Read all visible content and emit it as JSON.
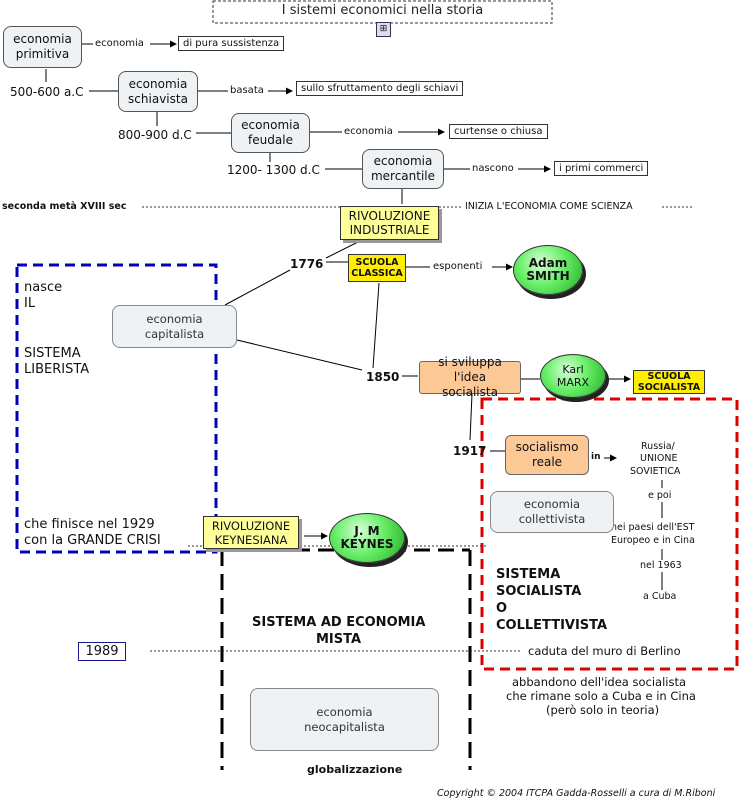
{
  "title": "I sistemi economici nella storia",
  "nodes": {
    "primitiva": "economia primitiva",
    "schiavista": "economia schiavista",
    "feudale": "economia feudale",
    "mercantile": "economia mercantile",
    "capitalista": "economia capitalista",
    "collettivista": "economia collettivista",
    "neocapitalista": "economia neocapitalista"
  },
  "links": {
    "economia1": "economia",
    "basata": "basata",
    "economia2": "economia",
    "nascono": "nascono",
    "esponenti": "esponenti",
    "in": "in"
  },
  "boxes": {
    "sussistenza": "di pura sussistenza",
    "schiavi": "sullo sfruttamento degli schiavi",
    "curtense": "curtense o chiusa",
    "commerci": "i primi commerci"
  },
  "dates": {
    "d1": "500-600 a.C",
    "d2": "800-900 d.C",
    "d3": "1200- 1300 d.C",
    "d1776": "1776",
    "d1850": "1850",
    "d1917": "1917",
    "d1989": "1989"
  },
  "timeline": {
    "left": "seconda metà XVIII sec",
    "right": "INIZIA L'ECONOMIA COME SCIENZA"
  },
  "rivoluzione_industriale": "RIVOLUZIONE INDUSTRIALE",
  "scuola_classica": "SCUOLA CLASSICA",
  "adam_smith": "Adam SMITH",
  "idea_socialista": "si sviluppa l'idea socialista",
  "karl_marx": "Karl MARX",
  "scuola_socialista": "SCUOLA SOCIALISTA",
  "socialismo_reale": "socialismo reale",
  "liberista": {
    "nasce": "nasce",
    "il": "IL",
    "sistema": "SISTEMA",
    "liberista": "LIBERISTA",
    "finisce": "che finisce nel 1929",
    "crisi": "con la GRANDE CRISI"
  },
  "rivoluzione_keynesiana": "RIVOLUZIONE KEYNESIANA",
  "keynes": "J. M KEYNES",
  "russia": [
    "Russia/",
    "UNIONE",
    "SOVIETICA",
    "e poi",
    "nei paesi dell'EST",
    "Europeo e in Cina",
    "nel 1963",
    "a Cuba"
  ],
  "socialista": [
    "SISTEMA",
    "SOCIALISTA",
    "O",
    "COLLETTIVISTA"
  ],
  "mista": [
    "SISTEMA AD ECONOMIA",
    "MISTA"
  ],
  "caduta": "caduta del muro di Berlino",
  "abbandono": [
    "abbandono  dell'idea socialista",
    "che rimane solo a Cuba e in Cina",
    "(però solo in teoria)"
  ],
  "globalizzazione": "globalizzazione",
  "copyright": "Copyright © 2004 ITCPA Gadda-Rosselli a cura di M.Riboni",
  "colors": {
    "blue_dash": "#0000bb",
    "red_dash": "#dd0000",
    "yellow": "#ffff99",
    "orange": "#fcc896",
    "green": "#44cc44"
  }
}
